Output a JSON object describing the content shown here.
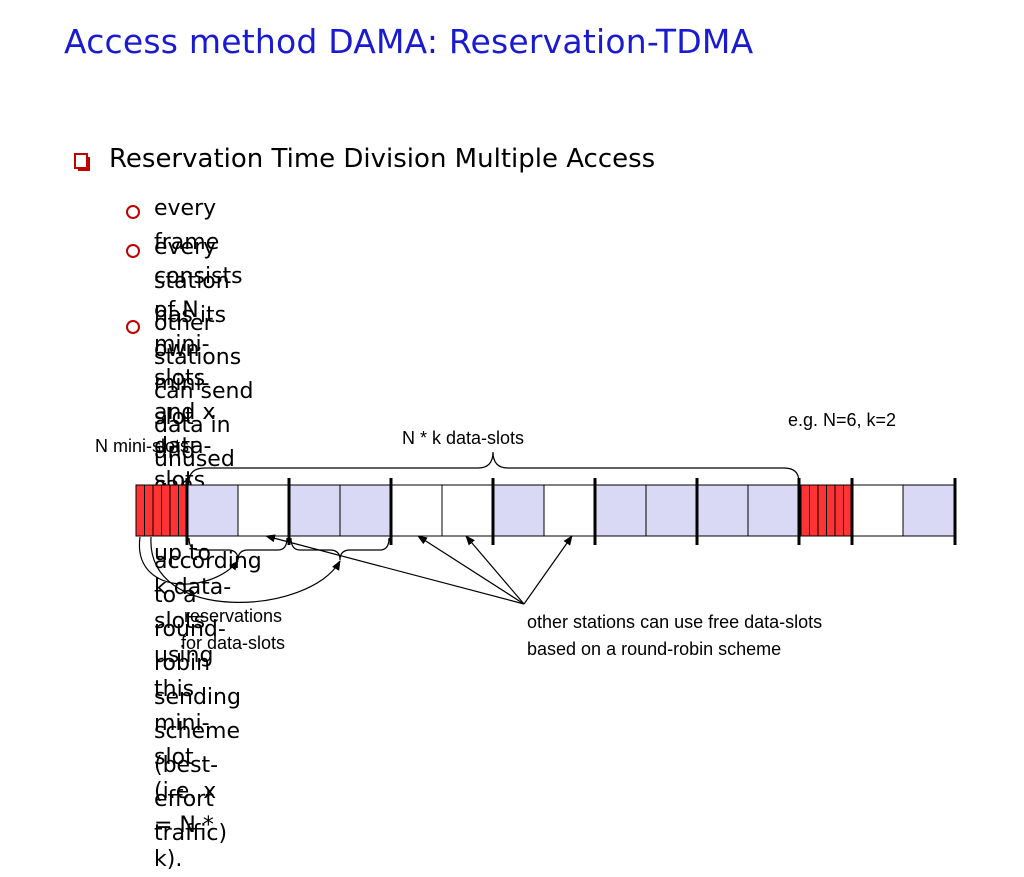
{
  "title": "Access method DAMA: Reservation-TDMA",
  "bullet": {
    "text": "Reservation Time Division Multiple Access",
    "sub": [
      "every frame consists of N mini-slots and x data-slots",
      "every station has its own mini-slot and can reserve up to\nk data-slots using this mini-slot (i.e. x = N * k).",
      "other stations can send data in unused data-slots\naccording to a round-robin sending scheme (best-effort\ntraffic)"
    ]
  },
  "diagram": {
    "example_label": "e.g. N=6, k=2",
    "n_mini_slots_label": "N mini-slots",
    "data_slots_label": "N * k data-slots",
    "reservations_label_line1": "reservations",
    "reservations_label_line2": "for data-slots",
    "other_stations_label_line1": "other stations can use free data-slots",
    "other_stations_label_line2": "based on a round-robin scheme",
    "colors": {
      "mini_slot": "#ff3333",
      "reserved_slot": "#d9d9f5",
      "free_slot": "#ffffff",
      "title": "#1a1ad1",
      "bullet": "#c00000"
    }
  }
}
